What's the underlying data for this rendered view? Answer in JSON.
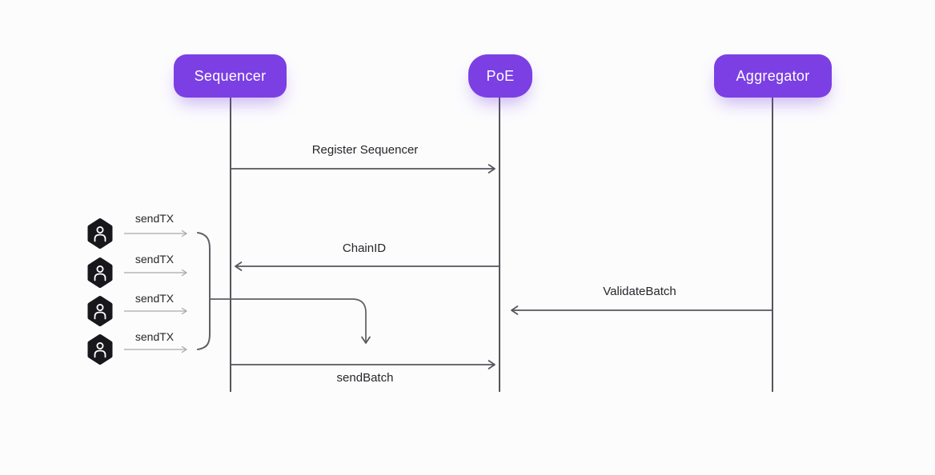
{
  "diagram": {
    "type": "sequence-diagram",
    "title": "",
    "actors": [
      {
        "label": "Sequencer"
      },
      {
        "label": "PoE"
      },
      {
        "label": "Aggregator"
      }
    ],
    "messages": [
      {
        "label": "Register Sequencer",
        "from": "Sequencer",
        "to": "PoE",
        "direction": "right"
      },
      {
        "label": "ChainID",
        "from": "PoE",
        "to": "Sequencer",
        "direction": "left"
      },
      {
        "label": "ValidateBatch",
        "from": "Aggregator",
        "to": "PoE",
        "direction": "left"
      },
      {
        "label": "sendBatch",
        "from": "Sequencer",
        "to": "PoE",
        "direction": "right"
      }
    ],
    "client_requests": {
      "labels": [
        "sendTX",
        "sendTX",
        "sendTX",
        "sendTX"
      ],
      "icon": "user-hexagon-icon",
      "grouping": "brace funneling four sendTX arrows into one downward arrow onto the batch"
    },
    "colors": {
      "background": "#fcfcfd",
      "actor_fill": "#7b3fe4",
      "actor_text": "#ffffff",
      "line": "#55555b",
      "light_line": "#a9a9ad",
      "label_text": "#27272b",
      "icon_fill": "#17171c",
      "icon_glyph": "#ffffff"
    }
  }
}
